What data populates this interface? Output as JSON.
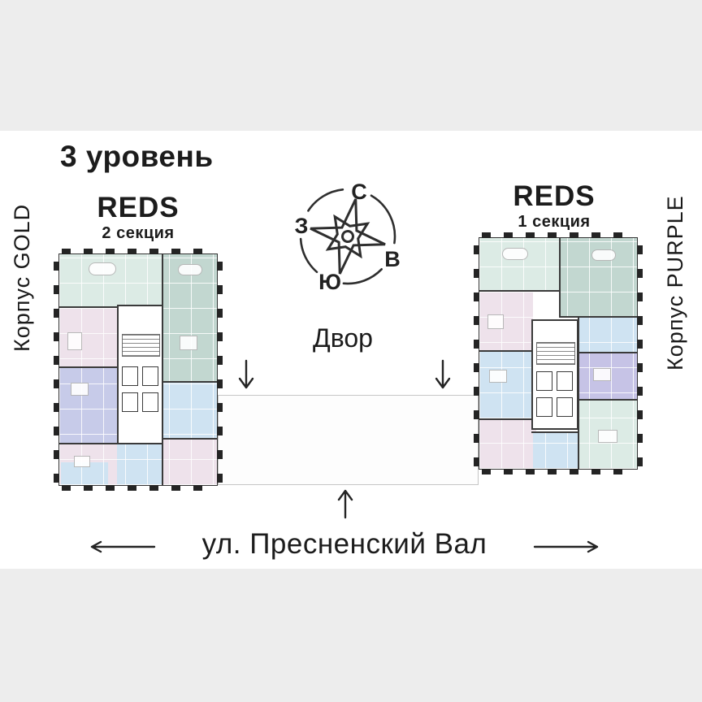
{
  "title": "3 уровень",
  "compass": {
    "north": "С",
    "east": "В",
    "south": "Ю",
    "west": "З"
  },
  "buildings": {
    "left": {
      "name": "REDS",
      "section": "2 секция",
      "corpus": "Корпус GOLD"
    },
    "right": {
      "name": "REDS",
      "section": "1 секция",
      "corpus": "Корпус PURPLE"
    }
  },
  "labels": {
    "courtyard": "Двор",
    "street": "ул. Пресненский Вал"
  },
  "icons": {
    "compass_rose": "compass-rose",
    "down_arrow": "↓",
    "up_arrow": "↑",
    "left_arrow": "←",
    "right_arrow": "→"
  },
  "palette": {
    "bg": "#ededed",
    "canvas": "#ffffff",
    "ink": "#1c1c1c",
    "mint": "#dcebe5",
    "sage": "#c2d7d0",
    "pink": "#eee2eb",
    "periwinkle": "#c7cbe9",
    "lavender": "#c6c3e6",
    "blue": "#cfe3f2",
    "wall": "#333333",
    "courtyard_border": "#c6c6c6"
  }
}
